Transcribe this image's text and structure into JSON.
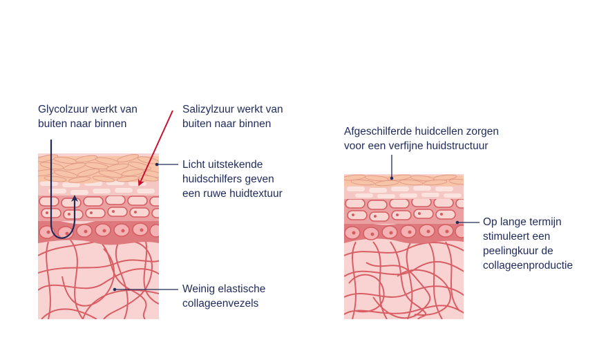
{
  "colors": {
    "text": "#1f2a5a",
    "leader_line": "#1f2a5a",
    "glycol_arrow": "#1f2a5a",
    "salicyl_arrow": "#c8102e",
    "flakes_fill": "#f7c4a8",
    "flakes_stroke": "#e09a88",
    "upper_epidermis": "#f5c7c4",
    "cell_layer_bg": "#eaa0a0",
    "cell_stroke": "#d65c62",
    "basal_layer": "#de7a7e",
    "dermis": "#f8d3d1",
    "collagen": "#d85d64"
  },
  "left_panel": {
    "glycol_label": [
      "Glycolzuur werkt van",
      "buiten naar binnen"
    ],
    "salicyl_label": [
      "Salizylzuur werkt van",
      "buiten naar binnen"
    ],
    "flakes_label": [
      "Licht uitstekende",
      "huidschilfers geven",
      "een ruwe huidtextuur"
    ],
    "collagen_label": [
      "Weinig elastische",
      "collageenvezels"
    ]
  },
  "right_panel": {
    "exfoliated_label": [
      "Afgeschilferde huidcellen zorgen",
      "voor een verfijne huidstructuur"
    ],
    "collagen_label": [
      "Op lange termijn",
      "stimuleert een",
      "peelingkuur de",
      "collageenproductie"
    ]
  }
}
